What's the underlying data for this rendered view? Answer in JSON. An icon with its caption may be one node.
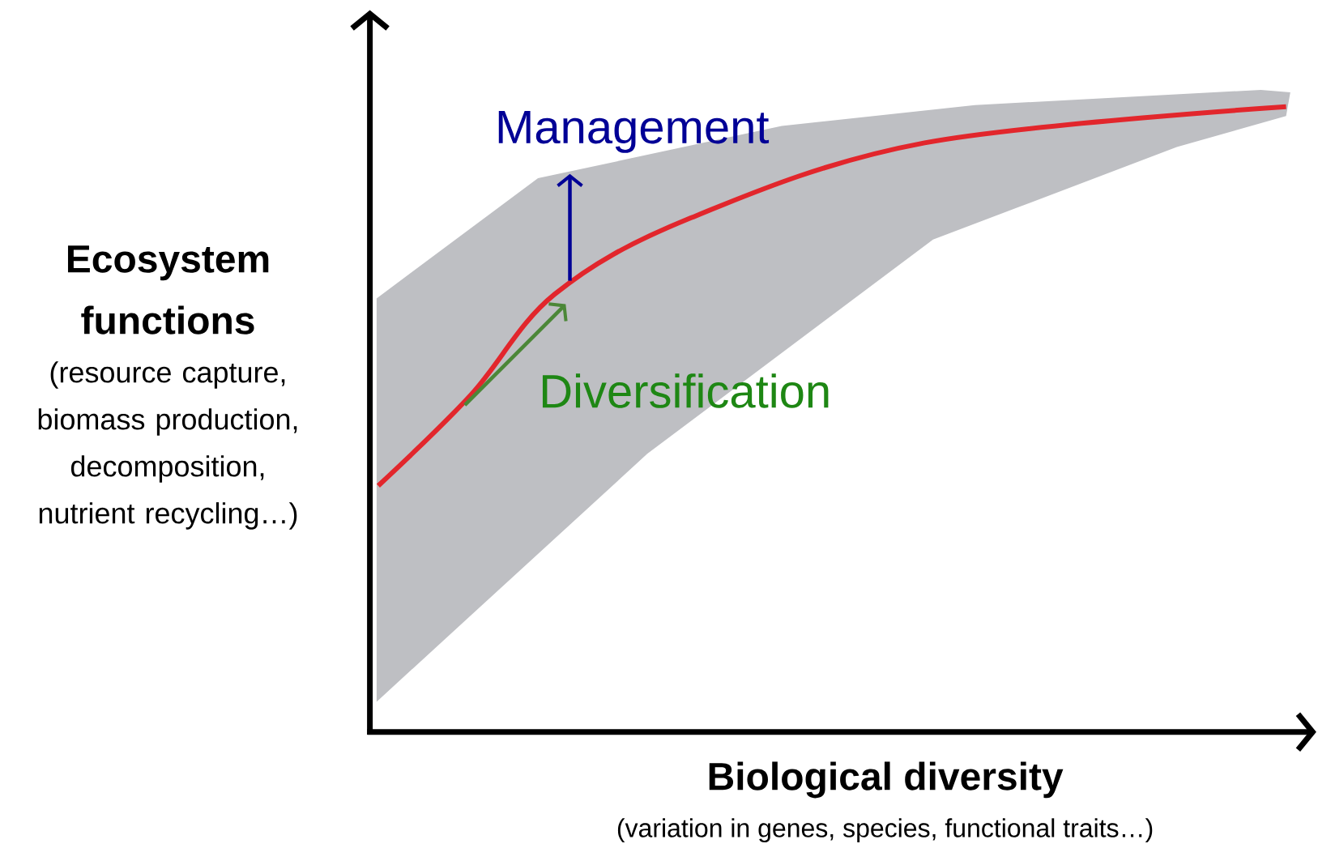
{
  "diagram": {
    "labels": [
      "Management",
      "Ecosystem functions",
      "(resource capture, biomass production, decomposition, nutrient recycling…)",
      "Diversification",
      "Biological diversity",
      "(variation in genes, species, functional traits…)"
    ]
  }
}
